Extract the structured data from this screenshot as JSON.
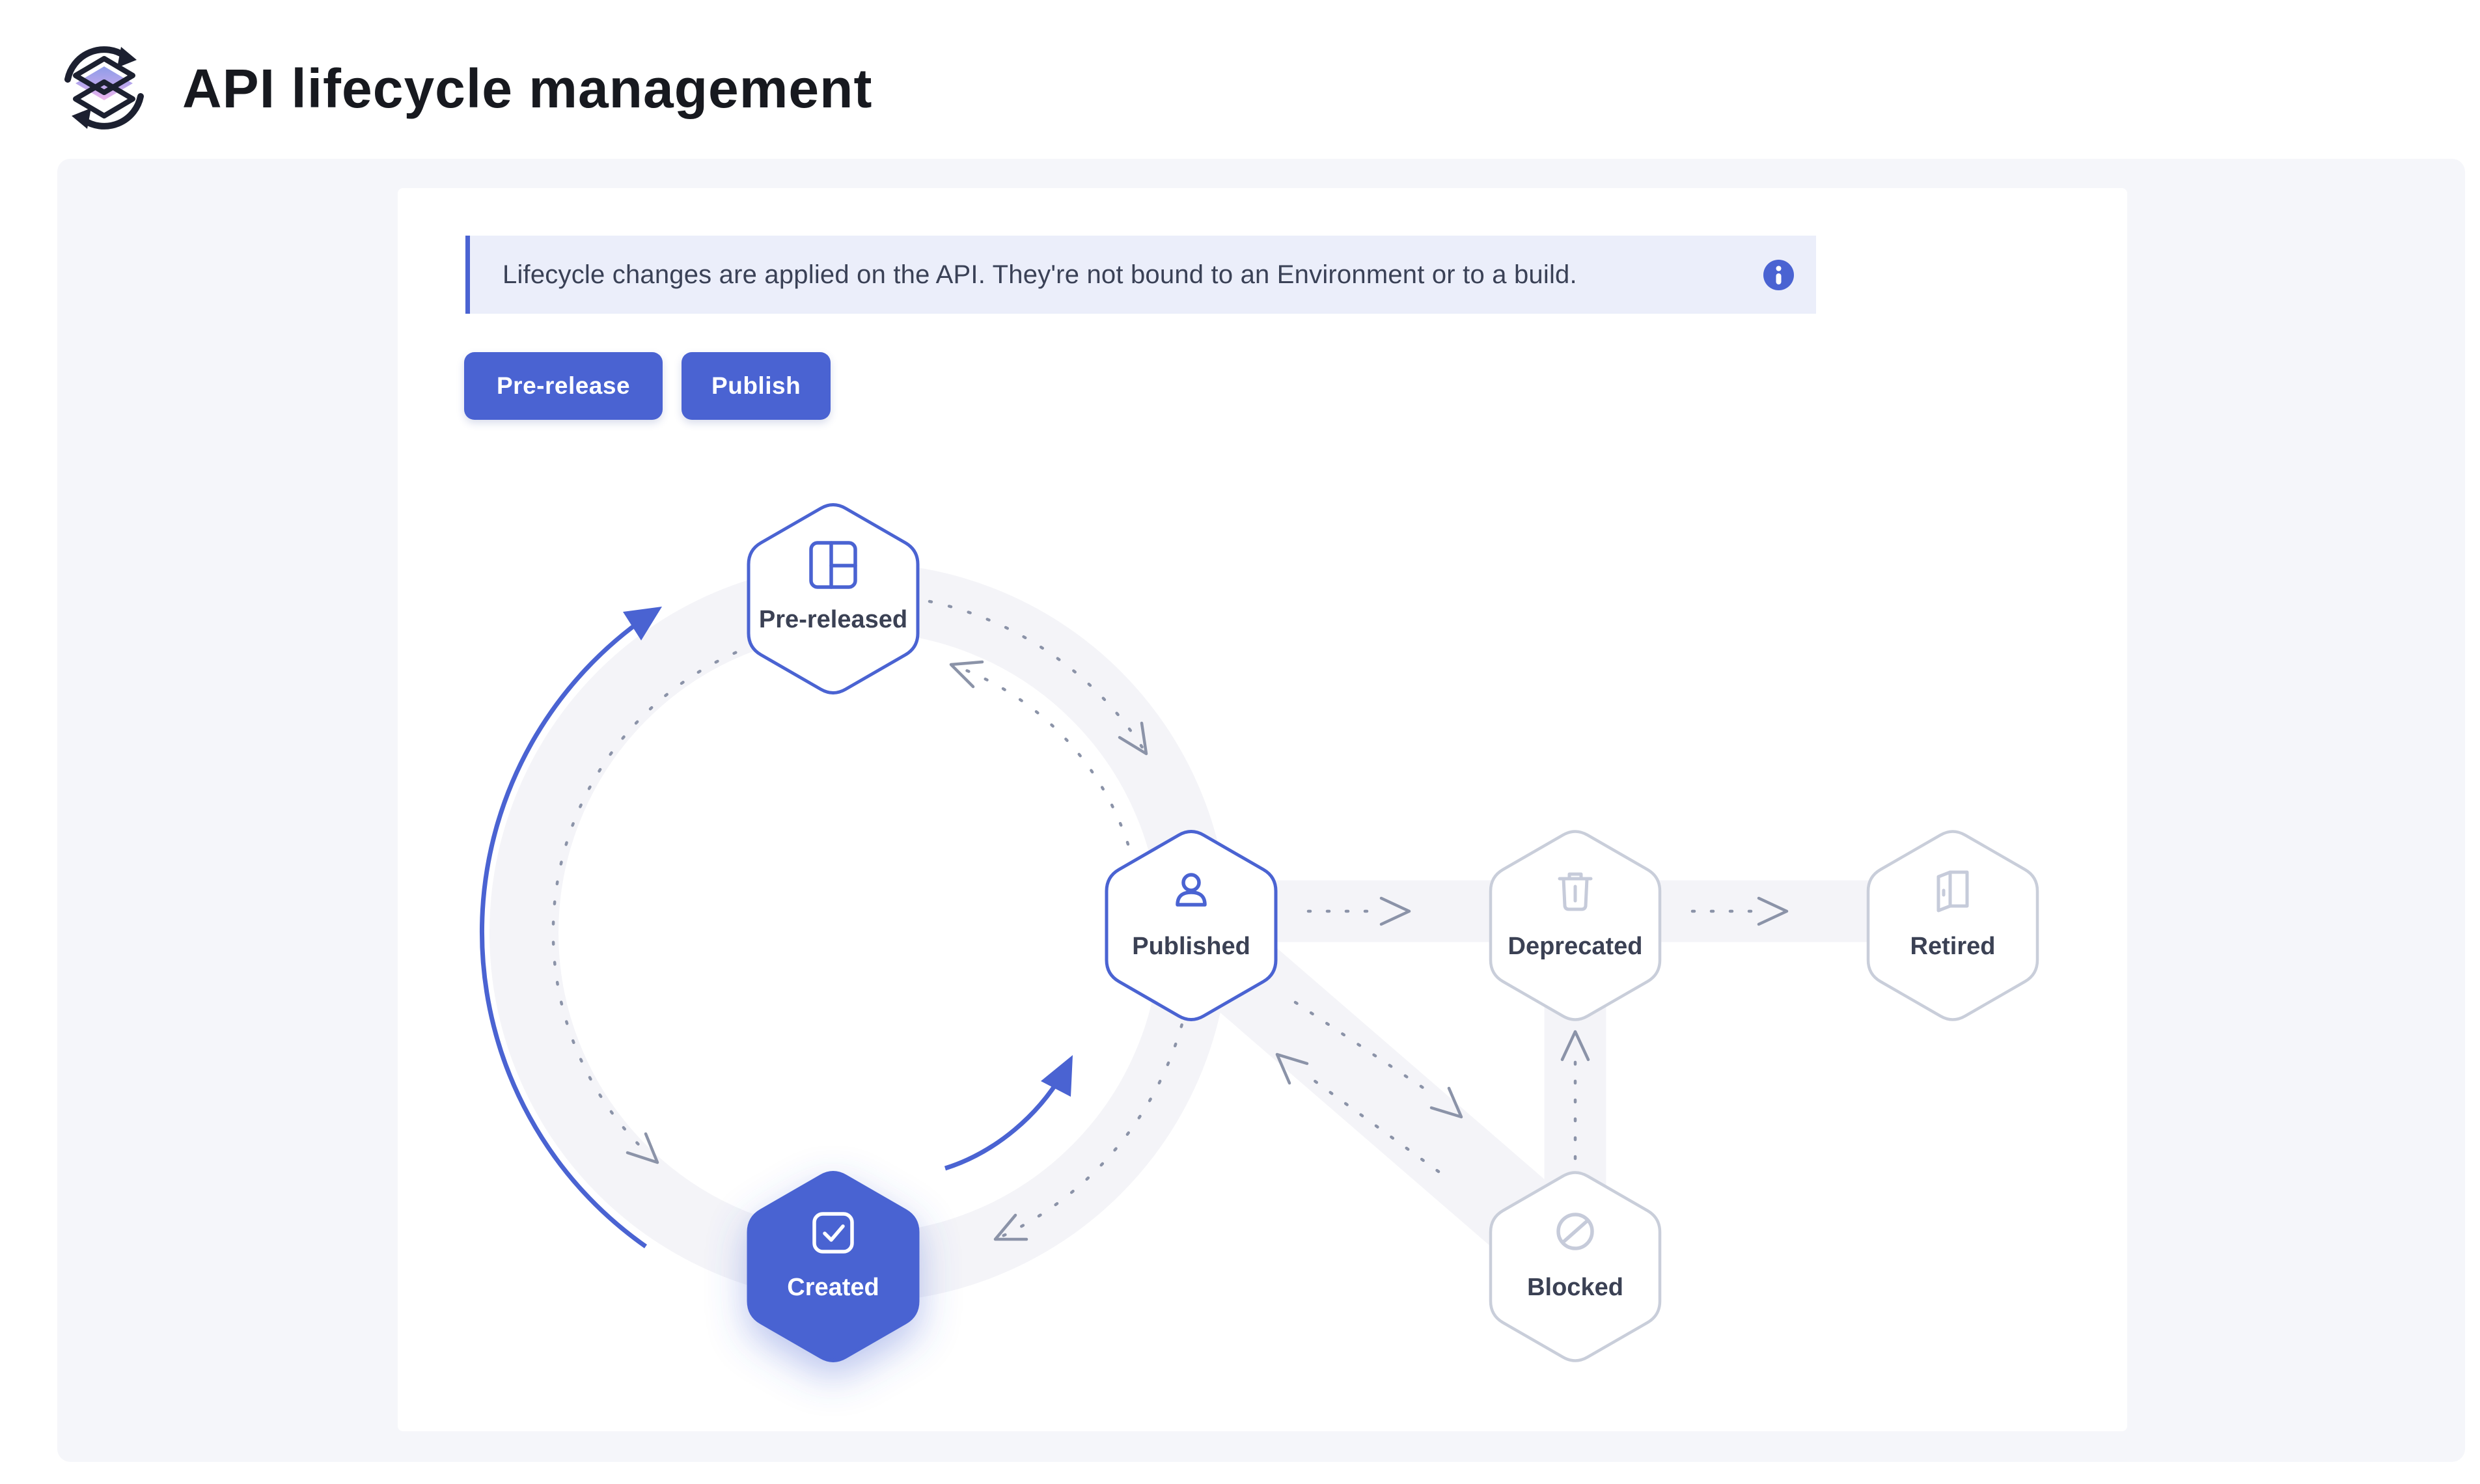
{
  "header": {
    "title": "API lifecycle management"
  },
  "banner": {
    "text": "Lifecycle changes are applied on the API. They're not bound to an Environment or to a build.",
    "icon": "info-icon"
  },
  "actions": {
    "pre_release_label": "Pre-release",
    "publish_label": "Publish"
  },
  "diagram": {
    "nodes": {
      "pre_released": {
        "label": "Pre-released",
        "icon": "layout-icon",
        "style": "outlined-blue"
      },
      "published": {
        "label": "Published",
        "icon": "user-icon",
        "style": "outlined-blue"
      },
      "created": {
        "label": "Created",
        "icon": "check-square-icon",
        "style": "filled-blue",
        "active": true
      },
      "deprecated": {
        "label": "Deprecated",
        "icon": "trash-icon",
        "style": "outlined-gray"
      },
      "retired": {
        "label": "Retired",
        "icon": "door-icon",
        "style": "outlined-gray"
      },
      "blocked": {
        "label": "Blocked",
        "icon": "ban-icon",
        "style": "outlined-gray"
      }
    },
    "transitions": [
      {
        "from": "Created",
        "to": "Pre-released",
        "style": "solid"
      },
      {
        "from": "Created",
        "to": "Published",
        "style": "solid"
      },
      {
        "from": "Pre-released",
        "to": "Created",
        "style": "dotted"
      },
      {
        "from": "Pre-released",
        "to": "Published",
        "style": "dotted"
      },
      {
        "from": "Published",
        "to": "Pre-released",
        "style": "dotted"
      },
      {
        "from": "Published",
        "to": "Created",
        "style": "dotted"
      },
      {
        "from": "Published",
        "to": "Deprecated",
        "style": "dotted"
      },
      {
        "from": "Deprecated",
        "to": "Retired",
        "style": "dotted"
      },
      {
        "from": "Published",
        "to": "Blocked",
        "style": "dotted"
      },
      {
        "from": "Blocked",
        "to": "Published",
        "style": "dotted"
      },
      {
        "from": "Blocked",
        "to": "Deprecated",
        "style": "dotted"
      }
    ]
  },
  "colors": {
    "accent": "#4a63d2",
    "muted_border": "#c9ceda",
    "muted_icon": "#c6cbda",
    "label": "#3b4154",
    "dotted_arrow": "#8b93a8",
    "band": "#f4f4f8",
    "banner_bg": "#ebeefa",
    "panel_bg": "#f5f6fa"
  }
}
